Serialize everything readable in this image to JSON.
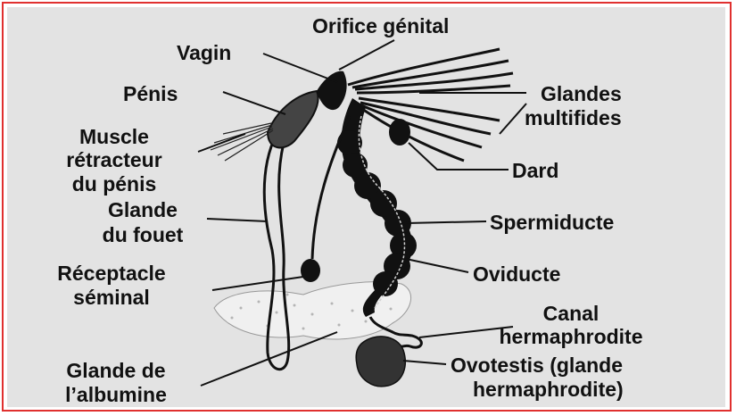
{
  "diagram": {
    "colors": {
      "frame": "#e0302f",
      "background": "#e3e3e3",
      "organ": "#111111",
      "albumin_gland": "#f0f0f0"
    },
    "labels": {
      "orifice_genital": "Orifice génital",
      "vagin": "Vagin",
      "penis": "Pénis",
      "muscle_retracteur_1": "Muscle",
      "muscle_retracteur_2": "rétracteur",
      "muscle_retracteur_3": "du pénis",
      "glande_fouet_1": "Glande",
      "glande_fouet_2": "du fouet",
      "receptacle_1": "Réceptacle",
      "receptacle_2": "séminal",
      "glande_albumine_1": "Glande de",
      "glande_albumine_2": "l’albumine",
      "glandes_multifides_1": "Glandes",
      "glandes_multifides_2": "multifides",
      "dard": "Dard",
      "spermiducte": "Spermiducte",
      "oviducte": "Oviducte",
      "canal_1": "Canal",
      "canal_2": "hermaphrodite",
      "ovotestis_1": "Ovotestis (glande",
      "ovotestis_2": "hermaphrodite)"
    }
  }
}
